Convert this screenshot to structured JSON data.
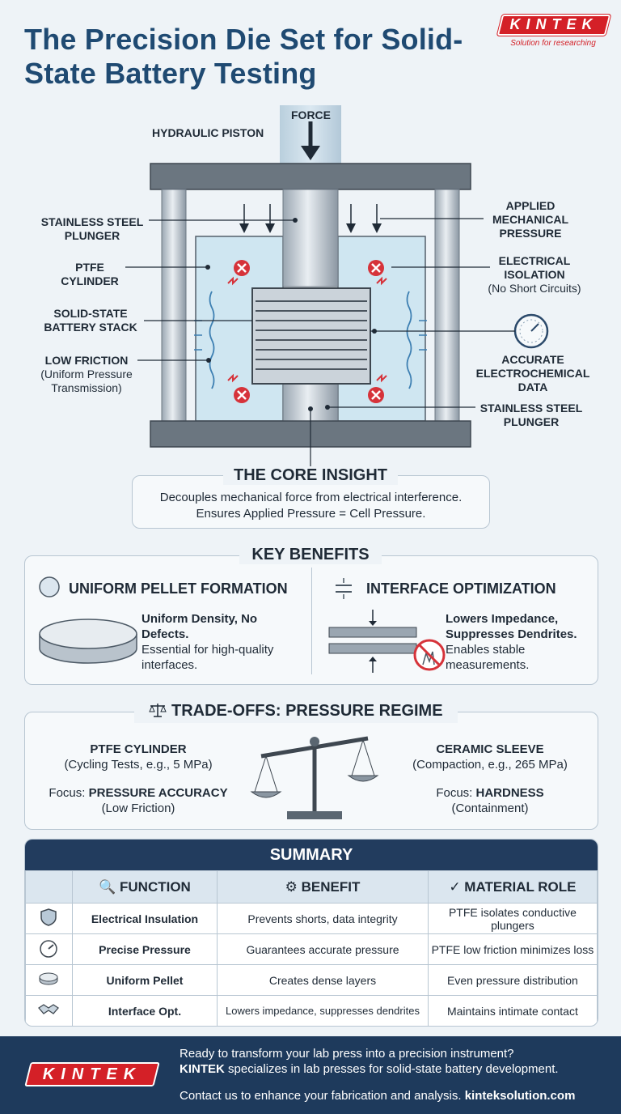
{
  "header": {
    "title": "The Precision Die Set for Solid-State Battery Testing",
    "logo_text": "KINTEK",
    "logo_tagline": "Solution for researching"
  },
  "diagram": {
    "force": "FORCE",
    "hydraulic_piston": "HYDRAULIC PISTON",
    "plunger_top": "STAINLESS STEEL PLUNGER",
    "ptfe_cylinder": "PTFE CYLINDER",
    "battery_stack": "SOLID-STATE BATTERY STACK",
    "low_friction": "LOW FRICTION",
    "low_friction_sub": "(Uniform Pressure Transmission)",
    "applied_pressure": "APPLIED MECHANICAL PRESSURE",
    "electrical_isolation": "ELECTRICAL ISOLATION",
    "electrical_isolation_sub": "(No Short Circuits)",
    "accurate_data": "ACCURATE ELECTROCHEMICAL DATA",
    "plunger_bottom": "STAINLESS STEEL PLUNGER"
  },
  "insight": {
    "title": "THE CORE INSIGHT",
    "line1": "Decouples mechanical force from electrical interference.",
    "line2": "Ensures Applied Pressure = Cell Pressure."
  },
  "benefits": {
    "title": "KEY BENEFITS",
    "left_title": "UNIFORM PELLET FORMATION",
    "left_bold": "Uniform Density, No Defects.",
    "left_text": "Essential for high-quality interfaces.",
    "right_title": "INTERFACE OPTIMIZATION",
    "right_bold": "Lowers Impedance, Suppresses Dendrites.",
    "right_text": "Enables stable measurements."
  },
  "tradeoffs": {
    "title": "TRADE-OFFS: PRESSURE REGIME",
    "left_head": "PTFE CYLINDER",
    "left_sub": "(Cycling Tests, e.g., 5 MPa)",
    "left_focus_label": "Focus:",
    "left_focus": "PRESSURE ACCURACY",
    "left_focus_sub": "(Low Friction)",
    "right_head": "CERAMIC SLEEVE",
    "right_sub": "(Compaction, e.g., 265 MPa)",
    "right_focus_label": "Focus:",
    "right_focus": "HARDNESS",
    "right_focus_sub": "(Containment)"
  },
  "summary": {
    "title": "SUMMARY",
    "headers": [
      "FUNCTION",
      "BENEFIT",
      "MATERIAL ROLE"
    ],
    "rows": [
      {
        "icon": "shield-icon",
        "function": "Electrical Insulation",
        "benefit": "Prevents shorts, data integrity",
        "role": "PTFE isolates conductive plungers"
      },
      {
        "icon": "gauge-icon",
        "function": "Precise Pressure",
        "benefit": "Guarantees accurate pressure",
        "role": "PTFE low friction minimizes loss"
      },
      {
        "icon": "pellet-icon",
        "function": "Uniform Pellet",
        "benefit": "Creates dense layers",
        "role": "Even pressure distribution"
      },
      {
        "icon": "handshake-icon",
        "function": "Interface Opt.",
        "benefit": "Lowers impedance, suppresses dendrites",
        "role": "Maintains intimate contact"
      }
    ]
  },
  "footer": {
    "logo_text": "KINTEK",
    "line1": "Ready to transform your lab press into a precision instrument?",
    "line2_brand": "KINTEK",
    "line2": "specializes in lab presses for solid-state battery development.",
    "line3": "Contact us to enhance your fabrication and analysis.",
    "url": "kinteksolution.com"
  },
  "colors": {
    "title": "#1f4a72",
    "brand_red": "#d42027",
    "navy": "#1e3a5c",
    "alert_red": "#d6333a"
  }
}
